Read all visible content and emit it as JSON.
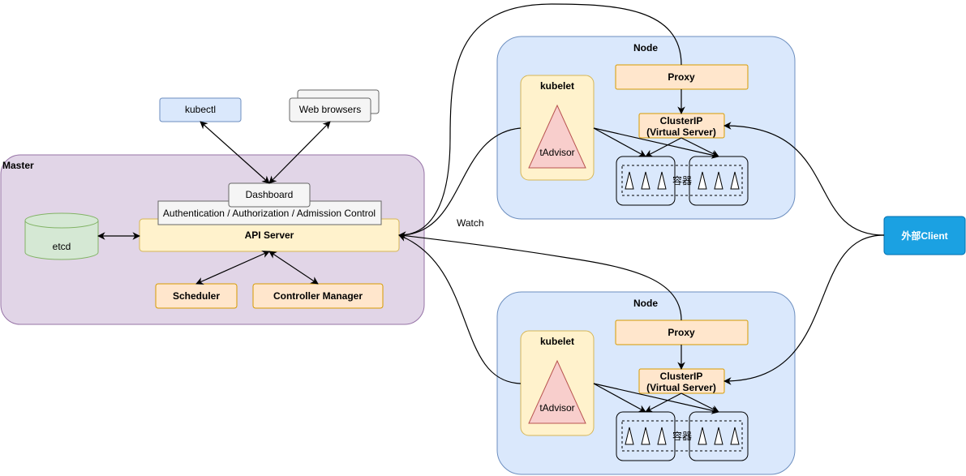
{
  "master": {
    "title": "Master"
  },
  "etcd": {
    "label": "etcd"
  },
  "kubectl": {
    "label": "kubectl"
  },
  "web_browsers": {
    "label": "Web browsers"
  },
  "dashboard": {
    "label": "Dashboard"
  },
  "auth": {
    "label": "Authentication / Authorization / Admission Control"
  },
  "api_server": {
    "label": "API Server"
  },
  "scheduler": {
    "label": "Scheduler"
  },
  "controller_manager": {
    "label": "Controller Manager"
  },
  "watch": {
    "label": "Watch"
  },
  "external_client": {
    "label": "外部Client"
  },
  "nodes": [
    {
      "title": "Node",
      "kubelet": "kubelet",
      "tadvisor": "tAdvisor",
      "proxy": "Proxy",
      "cluster_ip_line1": "ClusterIP",
      "cluster_ip_line2": "(Virtual Server)",
      "container_label": "容器"
    },
    {
      "title": "Node",
      "kubelet": "kubelet",
      "tadvisor": "tAdvisor",
      "proxy": "Proxy",
      "cluster_ip_line1": "ClusterIP",
      "cluster_ip_line2": "(Virtual Server)",
      "container_label": "容器"
    }
  ],
  "colors": {
    "master_fill": "#e1d5e7",
    "master_stroke": "#9673a6",
    "node_fill": "#dae8fc",
    "node_stroke": "#6c8ebf",
    "yellow_fill": "#fff2cc",
    "yellow_stroke": "#d6b656",
    "orange_fill": "#ffe6cc",
    "orange_stroke": "#d79b00",
    "green_fill": "#d5e8d4",
    "green_stroke": "#82b366",
    "red_fill": "#f8cecc",
    "red_stroke": "#b85450",
    "client_fill": "#1ba1e2",
    "client_stroke": "#006eaf"
  }
}
